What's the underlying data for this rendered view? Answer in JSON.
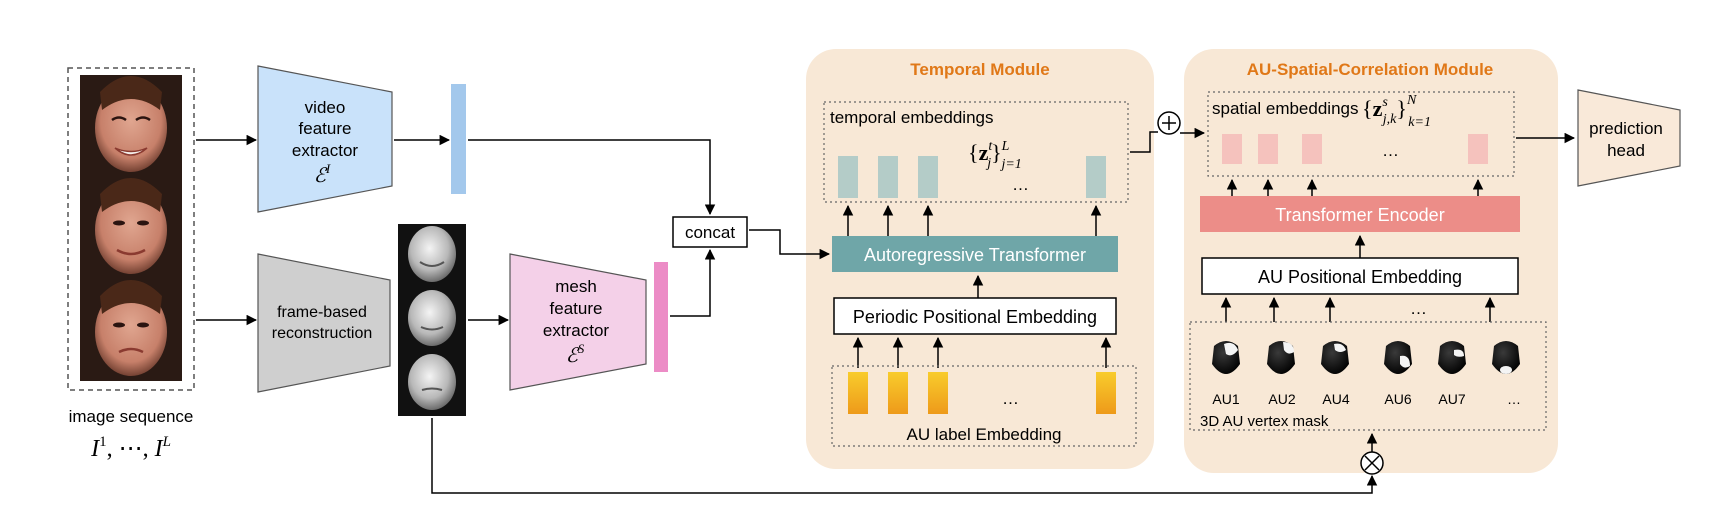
{
  "input": {
    "caption": "image sequence",
    "symbol": "I",
    "sup_start": "1",
    "ellipsis": ", ⋯, ",
    "sup_end": "L"
  },
  "video_extractor": {
    "line1": "video",
    "line2": "feature",
    "line3": "extractor",
    "symbol": "ℰ",
    "sup": "I"
  },
  "reconstruction": {
    "line1": "frame-based",
    "line2": "reconstruction"
  },
  "mesh_extractor": {
    "line1": "mesh",
    "line2": "feature",
    "line3": "extractor",
    "symbol": "ℰ",
    "sup": "S"
  },
  "concat_label": "concat",
  "temporal_module": {
    "title": "Temporal Module",
    "embeddings_label": "temporal embeddings",
    "z": "z",
    "z_sup": "t",
    "z_sub": "j",
    "range_sub": "j=1",
    "range_sup": "L",
    "dots": "…",
    "transformer_label": "Autoregressive Transformer",
    "positional_label": "Periodic Positional Embedding",
    "au_label_embedding": "AU label Embedding"
  },
  "spatial_module": {
    "title": "AU-Spatial-Correlation Module",
    "embeddings_label": "spatial embeddings",
    "z": "z",
    "z_sup": "s",
    "z_sub": "j,k",
    "range_sub": "k=1",
    "range_sup": "N",
    "dots": "…",
    "encoder_label": "Transformer Encoder",
    "positional_label": "AU Positional Embedding",
    "mask_label": "3D AU vertex mask",
    "au_names": [
      "AU1",
      "AU2",
      "AU4",
      "AU6",
      "AU7",
      "…"
    ]
  },
  "prediction_head": {
    "line1": "prediction",
    "line2": "head"
  },
  "colors": {
    "module_bg": "#f8e8d6",
    "module_title": "#e07818",
    "video_fill": "#c9e2fa",
    "video_bar": "#a3c8ec",
    "recon_fill": "#cfcfcf",
    "mesh_fill": "#f4d0e8",
    "mesh_bar": "#ec8cc6",
    "transformer_teal": "#6fa6a8",
    "encoder_pink": "#ec8d88",
    "temporal_token": "#b4ccc8",
    "spatial_token": "#f5c2bd",
    "label_token_top": "#f8cc2c",
    "label_token_bottom": "#ee9a1a",
    "head_fill": "#f9e9d9"
  },
  "icons": [
    "face-photo-icon",
    "face-mesh-icon",
    "au-mask-icon",
    "plus-circle-icon",
    "times-circle-icon"
  ]
}
